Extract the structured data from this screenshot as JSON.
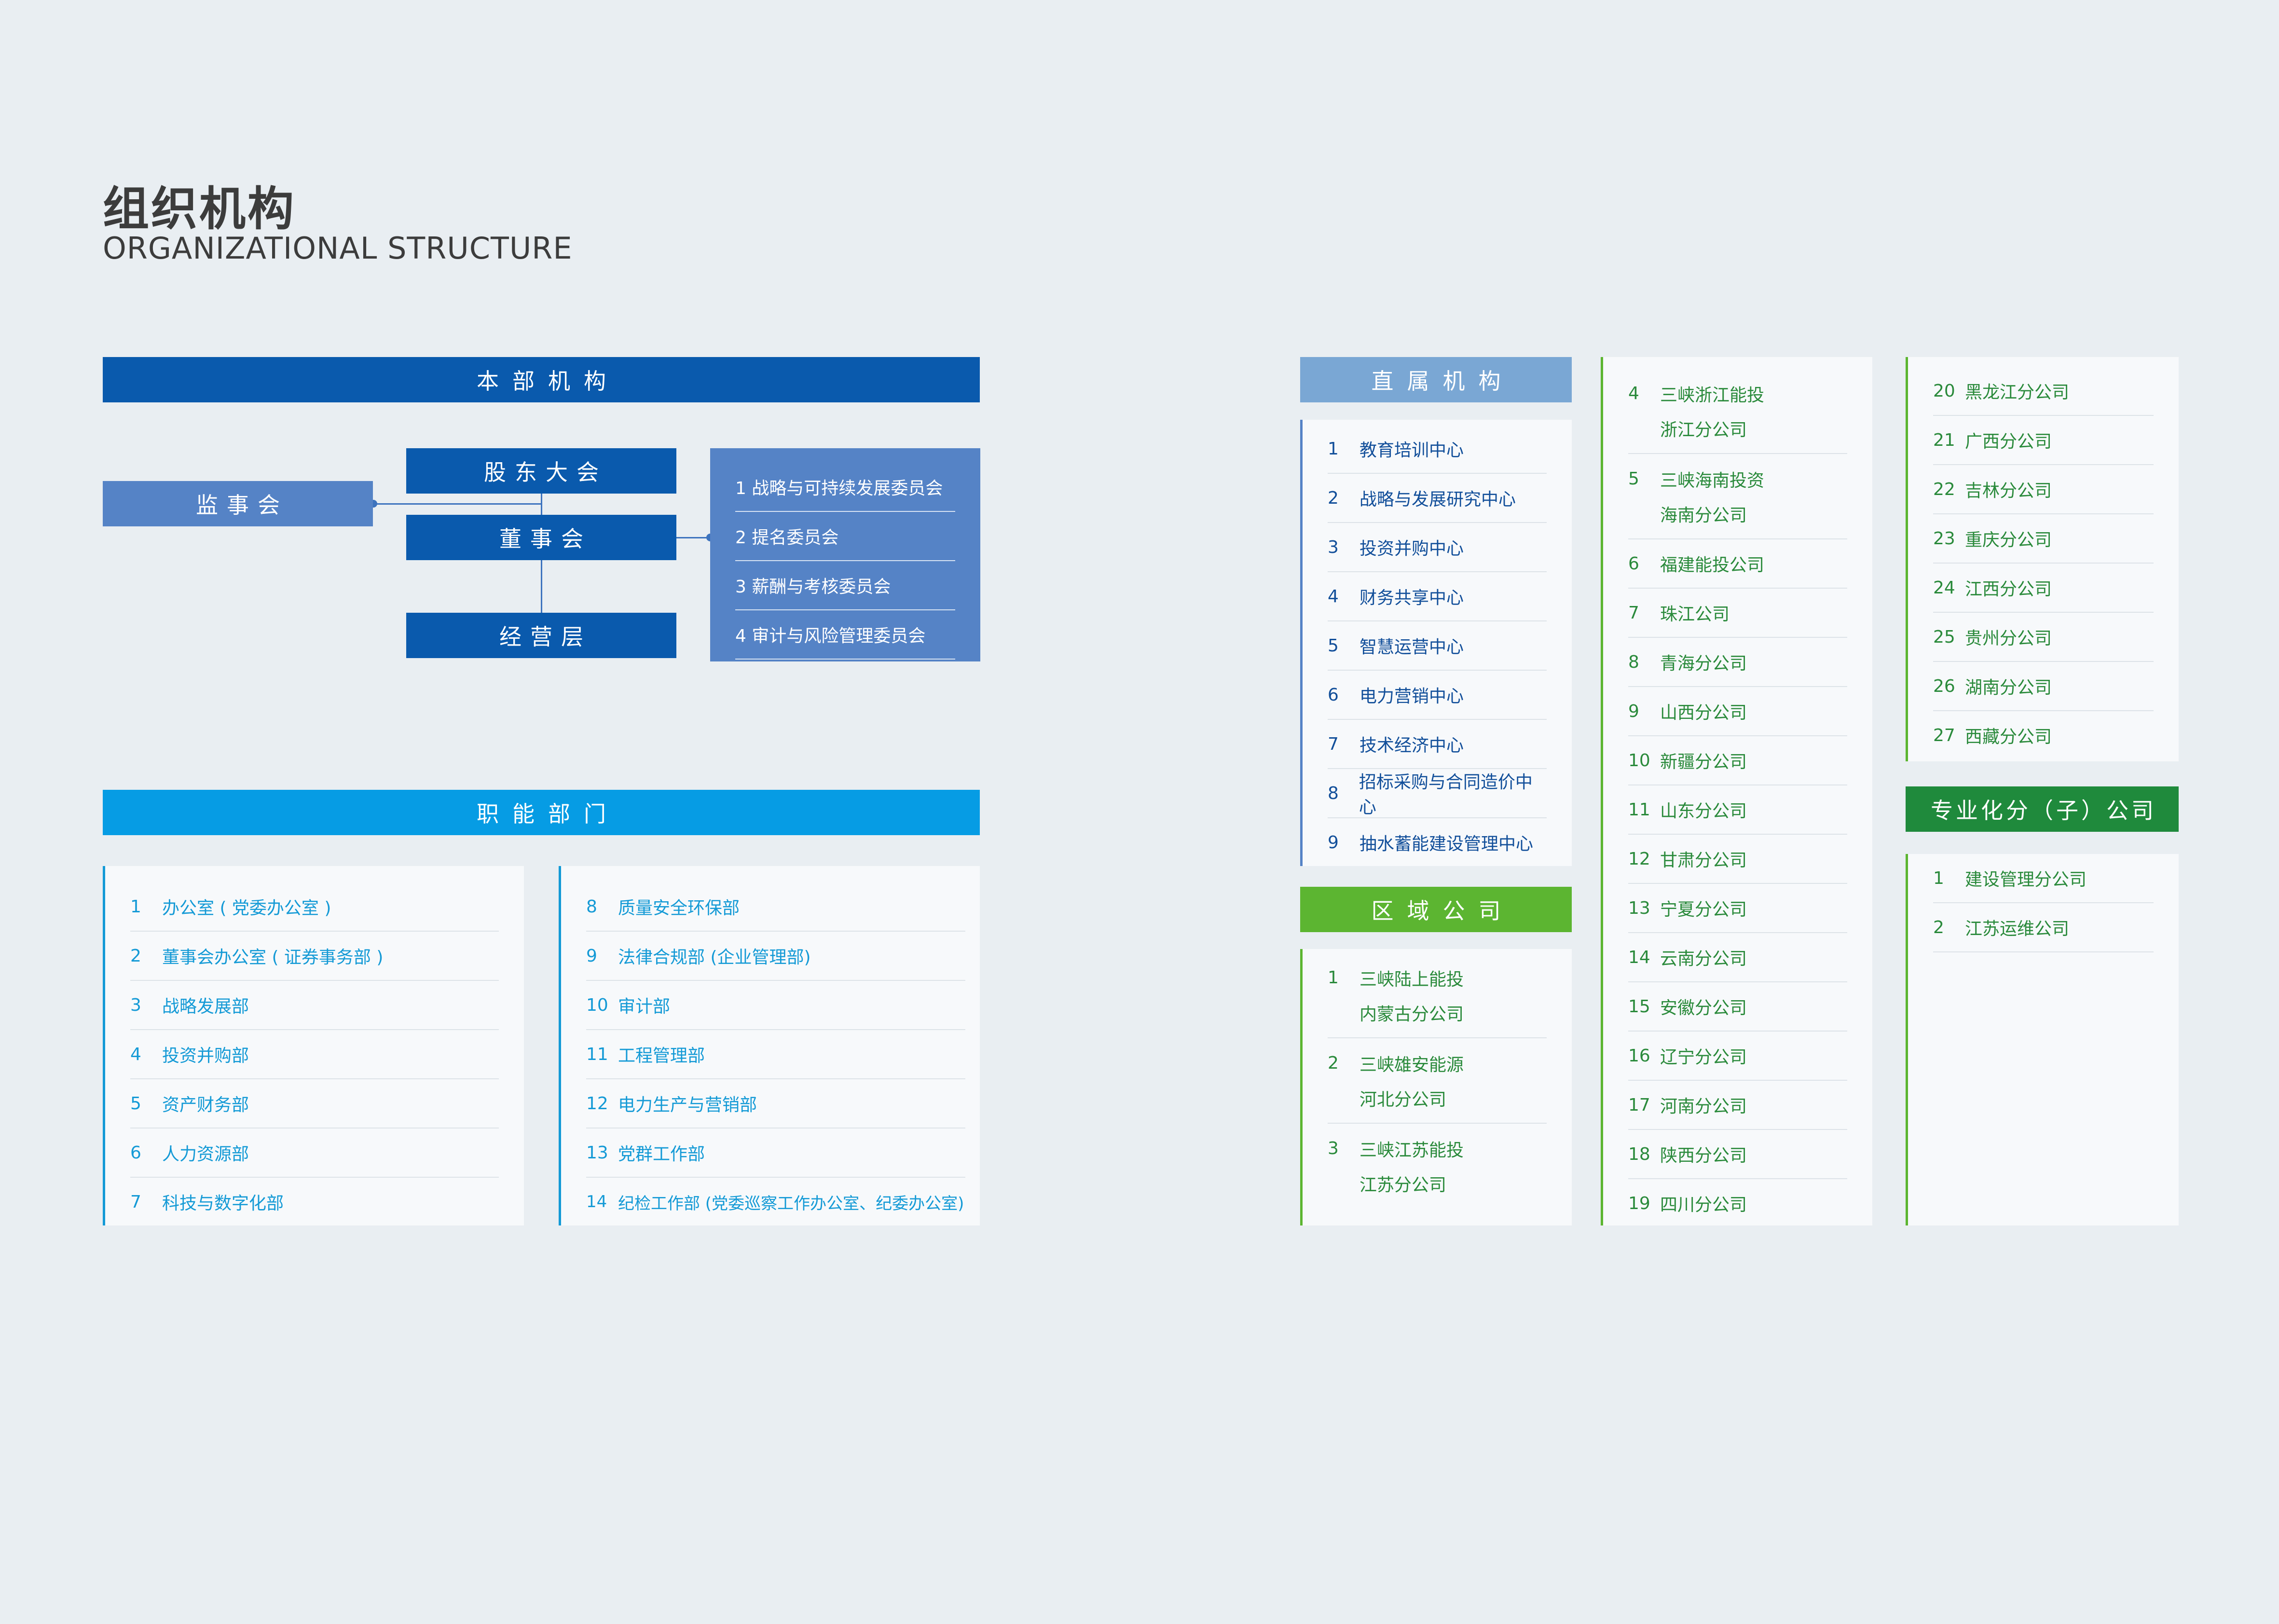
{
  "header": {
    "title_cn": "组织机构",
    "title_en": "ORGANIZATIONAL STRUCTURE"
  },
  "hq": {
    "bar": "本部机构",
    "supervisory": "监事会",
    "shareholders": "股东大会",
    "board": "董事会",
    "management": "经营层",
    "committees": [
      "1 战略与可持续发展委员会",
      "2 提名委员会",
      "3 薪酬与考核委员会",
      "4 审计与风险管理委员会"
    ]
  },
  "functional": {
    "bar": "职能部门",
    "left": [
      {
        "num": "1",
        "label": "办公室 ( 党委办公室 )"
      },
      {
        "num": "2",
        "label": "董事会办公室 ( 证券事务部 )"
      },
      {
        "num": "3",
        "label": "战略发展部"
      },
      {
        "num": "4",
        "label": "投资并购部"
      },
      {
        "num": "5",
        "label": "资产财务部"
      },
      {
        "num": "6",
        "label": "人力资源部"
      },
      {
        "num": "7",
        "label": "科技与数字化部"
      }
    ],
    "right": [
      {
        "num": "8",
        "label": "质量安全环保部"
      },
      {
        "num": "9",
        "label": "法律合规部 (企业管理部)"
      },
      {
        "num": "10",
        "label": "审计部"
      },
      {
        "num": "11",
        "label": "工程管理部"
      },
      {
        "num": "12",
        "label": "电力生产与营销部"
      },
      {
        "num": "13",
        "label": "党群工作部"
      },
      {
        "num": "14",
        "label": "纪检工作部 (党委巡察工作办公室、纪委办公室)"
      }
    ]
  },
  "direct": {
    "bar": "直属机构",
    "items": [
      {
        "num": "1",
        "label": "教育培训中心"
      },
      {
        "num": "2",
        "label": "战略与发展研究中心"
      },
      {
        "num": "3",
        "label": "投资并购中心"
      },
      {
        "num": "4",
        "label": "财务共享中心"
      },
      {
        "num": "5",
        "label": "智慧运营中心"
      },
      {
        "num": "6",
        "label": "电力营销中心"
      },
      {
        "num": "7",
        "label": "技术经济中心"
      },
      {
        "num": "8",
        "label": "招标采购与合同造价中心"
      },
      {
        "num": "9",
        "label": "抽水蓄能建设管理中心"
      }
    ]
  },
  "regional": {
    "bar": "区域公司",
    "first": [
      {
        "num": "1",
        "line1": "三峡陆上能投",
        "line2": "内蒙古分公司"
      },
      {
        "num": "2",
        "line1": "三峡雄安能源",
        "line2": "河北分公司"
      },
      {
        "num": "3",
        "line1": "三峡江苏能投",
        "line2": "江苏分公司"
      }
    ],
    "second_two": [
      {
        "num": "4",
        "line1": "三峡浙江能投",
        "line2": "浙江分公司"
      },
      {
        "num": "5",
        "line1": "三峡海南投资",
        "line2": "海南分公司"
      }
    ],
    "second": [
      {
        "num": "6",
        "label": "福建能投公司"
      },
      {
        "num": "7",
        "label": "珠江公司"
      },
      {
        "num": "8",
        "label": "青海分公司"
      },
      {
        "num": "9",
        "label": "山西分公司"
      },
      {
        "num": "10",
        "label": "新疆分公司"
      },
      {
        "num": "11",
        "label": "山东分公司"
      },
      {
        "num": "12",
        "label": "甘肃分公司"
      },
      {
        "num": "13",
        "label": "宁夏分公司"
      },
      {
        "num": "14",
        "label": "云南分公司"
      },
      {
        "num": "15",
        "label": "安徽分公司"
      },
      {
        "num": "16",
        "label": "辽宁分公司"
      },
      {
        "num": "17",
        "label": "河南分公司"
      },
      {
        "num": "18",
        "label": "陕西分公司"
      },
      {
        "num": "19",
        "label": "四川分公司"
      }
    ],
    "third": [
      {
        "num": "20",
        "label": "黑龙江分公司"
      },
      {
        "num": "21",
        "label": "广西分公司"
      },
      {
        "num": "22",
        "label": "吉林分公司"
      },
      {
        "num": "23",
        "label": "重庆分公司"
      },
      {
        "num": "24",
        "label": "江西分公司"
      },
      {
        "num": "25",
        "label": "贵州分公司"
      },
      {
        "num": "26",
        "label": "湖南分公司"
      },
      {
        "num": "27",
        "label": "西藏分公司"
      }
    ]
  },
  "special": {
    "bar": "专业化分（子）公司",
    "items": [
      {
        "num": "1",
        "label": "建设管理分公司"
      },
      {
        "num": "2",
        "label": "江苏运维公司"
      }
    ]
  },
  "colors": {
    "hq_bar": "#0a5aad",
    "node": "#0a5aad",
    "supervisory": "#5583c6",
    "functional_bar": "#069ce4",
    "direct_bar": "#7aa7d4",
    "regional_bar": "#5cb531",
    "special_bar": "#1f8a3c"
  }
}
